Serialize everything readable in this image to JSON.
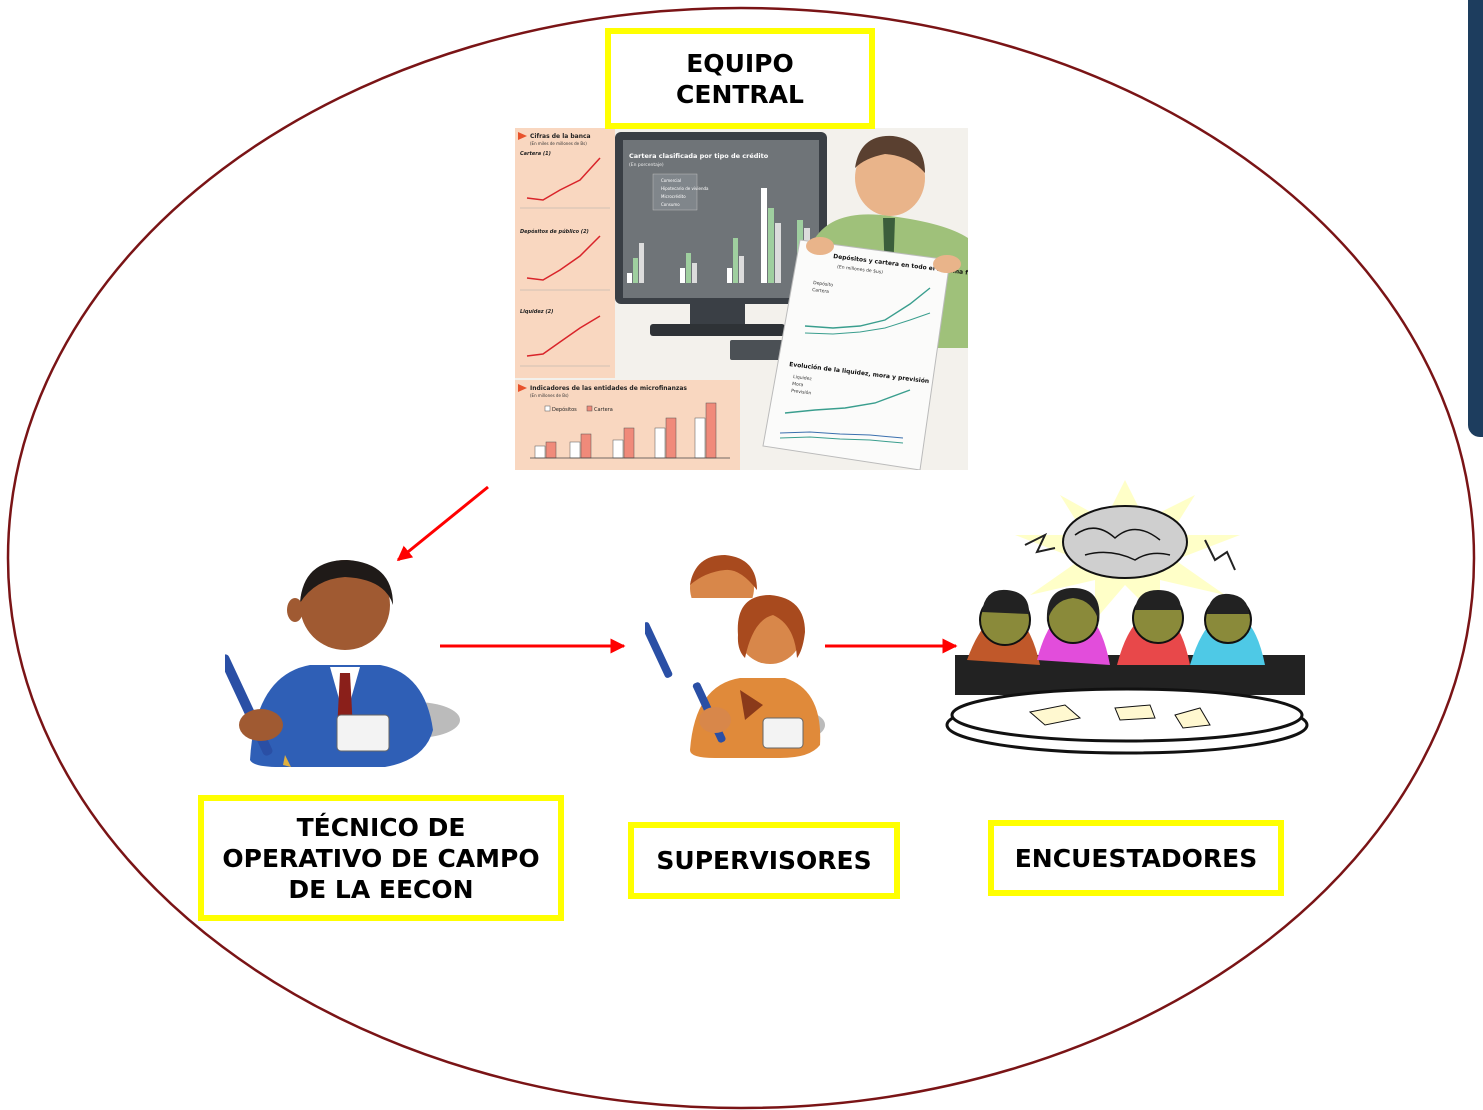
{
  "labels": {
    "central": "EQUIPO\nCENTRAL",
    "tecnico": "TÉCNICO DE\nOPERATIVO DE CAMPO\nDE LA EECON",
    "supervisores": "SUPERVISORES",
    "encuestadores": "ENCUESTADORES"
  },
  "colors": {
    "ellipse_stroke": "#7a1416",
    "box_border": "#ffff00",
    "arrow": "#ff0000",
    "side_tab": "#1d3d5e"
  },
  "newspaper": {
    "banca_title": "Cifras de la banca",
    "banca_sub": "(En miles de millones de Bs)",
    "cartera": "Cartera (1)",
    "depositos": "Depósitos de público (2)",
    "liquidez": "Liquidez (2)",
    "micro_title": "Indicadores de las entidades de microfinanzas",
    "micro_sub": "(En millones de Bs)",
    "legend_depositos": "Depósitos",
    "legend_cartera": "Cartera",
    "monitor_title": "Cartera clasificada por tipo de crédito",
    "monitor_sub": "(En porcentaje)",
    "monitor_legend": [
      "Comercial",
      "Hipotecario de vivienda",
      "Microcrédito",
      "Consumo"
    ],
    "paper_title": "Depósitos y cartera en todo el sistema financiero",
    "paper_sub": "(En millones de $us)",
    "paper_legend": [
      "Depósito",
      "Cartera"
    ],
    "paper_title2": "Evolución de la liquidez, mora y previsión",
    "paper_legend2": [
      "Liquidez",
      "Mora",
      "Previsión"
    ]
  },
  "icons": {
    "tecnico": "businessman-icon",
    "supervisores": "supervisor-women-icon",
    "encuestadores": "team-meeting-icon",
    "central": "analyst-computer-icon"
  }
}
